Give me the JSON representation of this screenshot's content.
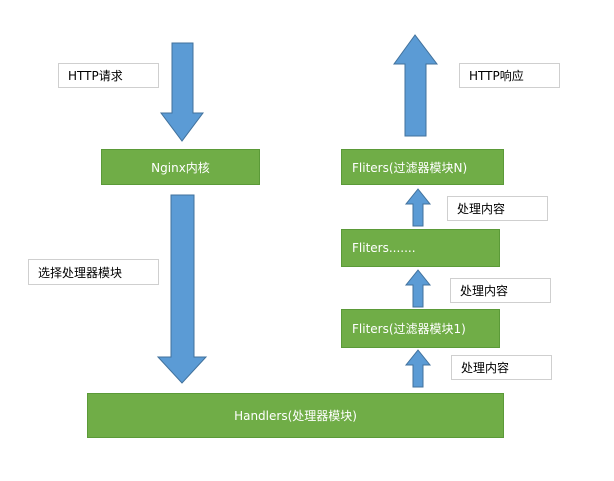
{
  "labels": {
    "http_request": "HTTP请求",
    "http_response": "HTTP响应",
    "select_handler": "选择处理器模块",
    "process_content_1": "处理内容",
    "process_content_2": "处理内容",
    "process_content_3": "处理内容"
  },
  "nodes": {
    "nginx_core": "Nginx内核",
    "filter_n": "Fliters(过滤器模块N)",
    "filter_middle": "Fliters.......",
    "filter_1": "Fliters(过滤器模块1)",
    "handlers": "Handlers(处理器模块)"
  },
  "colors": {
    "node_fill": "#70ad47",
    "arrow_fill": "#5b9bd5",
    "arrow_stroke": "#41719c"
  }
}
